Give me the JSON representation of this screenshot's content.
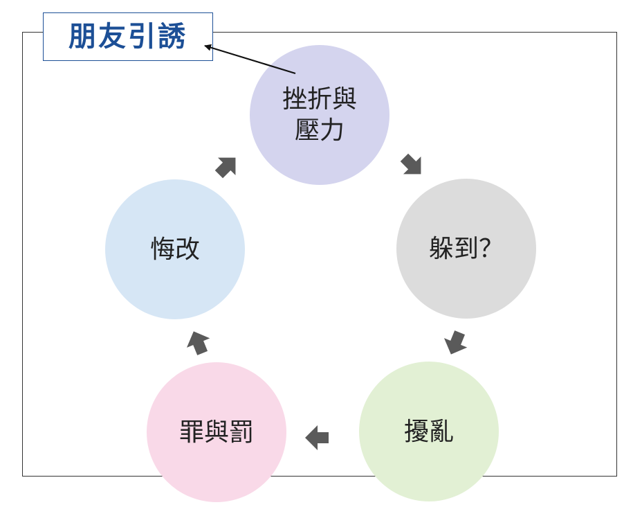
{
  "title": "朋友引誘",
  "colors": {
    "title_text": "#1c4f96",
    "title_border": "#1c4f96",
    "frame": "#333333",
    "arrow": "#5a5a5a",
    "pointer_arrow": "#111111"
  },
  "nodes": [
    {
      "id": "stress",
      "label": "挫折與\n壓力",
      "color": "#d4d4ee"
    },
    {
      "id": "hide",
      "label": "躲到？",
      "color": "#dcdcdc"
    },
    {
      "id": "chaos",
      "label": "擾亂",
      "color": "#e2f0d4"
    },
    {
      "id": "crime",
      "label": "罪與罰",
      "color": "#f9d9e8"
    },
    {
      "id": "repent",
      "label": "悔改",
      "color": "#d6e6f5"
    }
  ],
  "cycle_arrows": [
    {
      "from": "stress",
      "to": "hide"
    },
    {
      "from": "hide",
      "to": "chaos"
    },
    {
      "from": "chaos",
      "to": "crime"
    },
    {
      "from": "crime",
      "to": "repent"
    },
    {
      "from": "repent",
      "to": "stress"
    }
  ],
  "pointer_arrow": {
    "from": "stress",
    "to": "title"
  }
}
